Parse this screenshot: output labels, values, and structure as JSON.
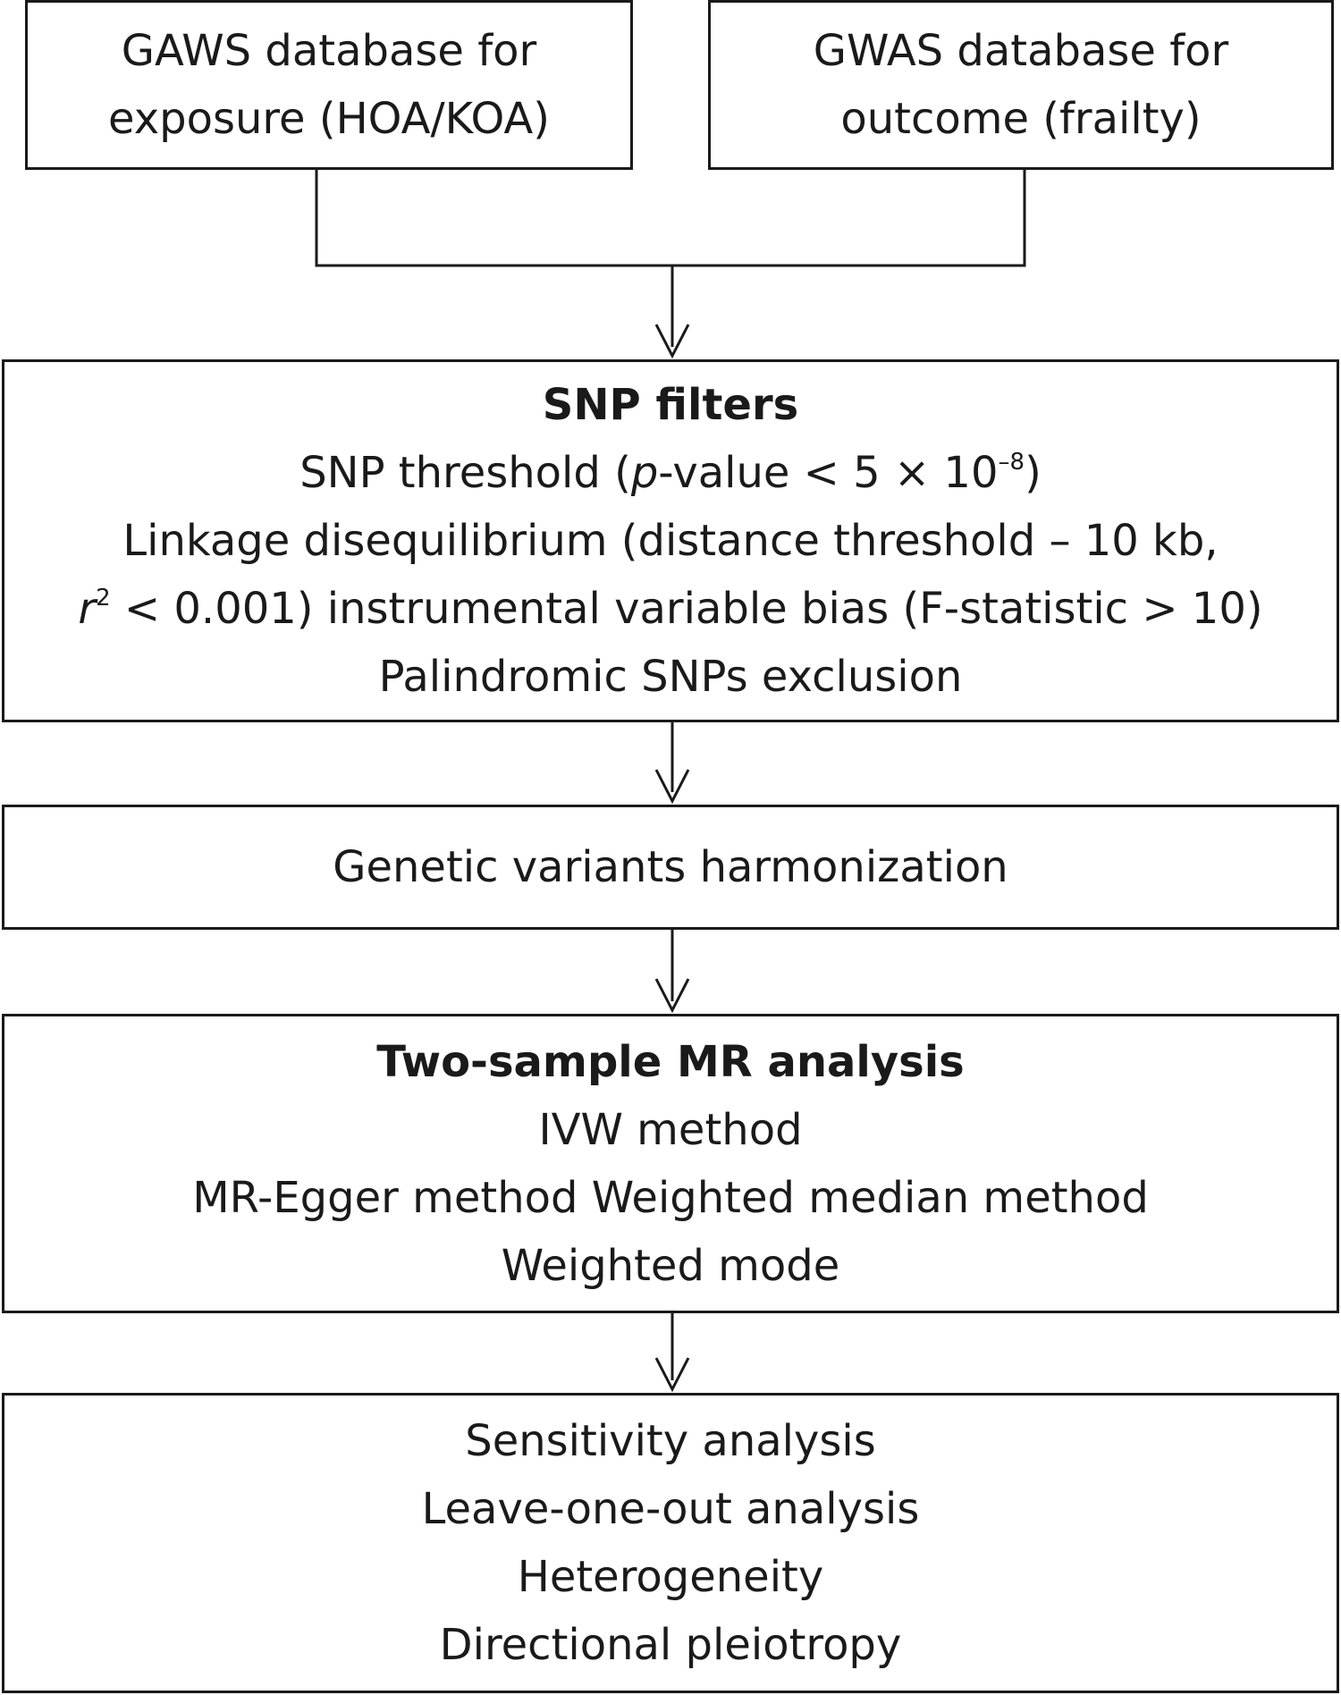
{
  "exposure_box": {
    "line1": "GAWS database for",
    "line2": "exposure (HOA/KOA)"
  },
  "outcome_box": {
    "line1": "GWAS database for",
    "line2": "outcome (frailty)"
  },
  "snp_filters": {
    "title": "SNP filters",
    "threshold_prefix": "SNP threshold (",
    "threshold_italic": "p",
    "threshold_mid": "-value < 5 × 10",
    "threshold_exp": "–8",
    "threshold_suffix": ")",
    "ld_line": "Linkage disequilibrium (distance threshold – 10 kb,",
    "r_italic": "r",
    "r_exp": "2",
    "r_line_rest": " < 0.001) instrumental variable bias (F-statistic > 10)",
    "palindromic": "Palindromic SNPs exclusion"
  },
  "harmonization": {
    "label": "Genetic variants harmonization"
  },
  "mr_analysis": {
    "title": "Two-sample MR analysis",
    "line1": "IVW method",
    "line2": "MR-Egger method Weighted median method",
    "line3": "Weighted mode"
  },
  "sensitivity": {
    "line1": "Sensitivity analysis",
    "line2": "Leave-one-out analysis",
    "line3": "Heterogeneity",
    "line4": "Directional pleiotropy"
  }
}
